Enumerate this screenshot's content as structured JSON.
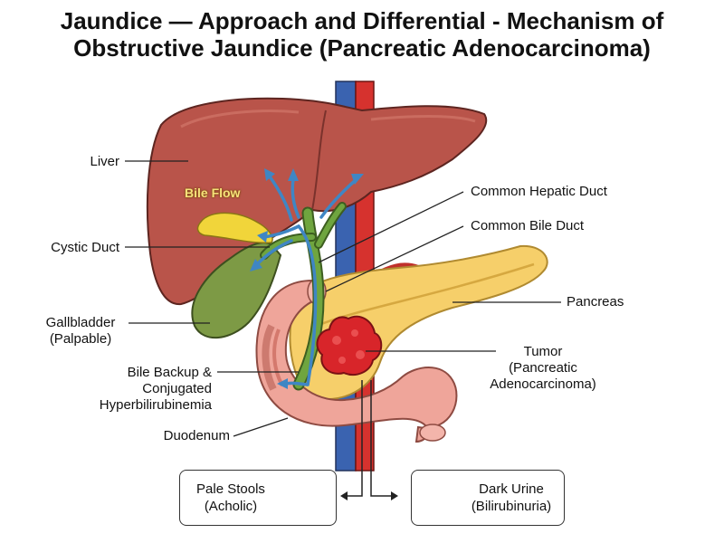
{
  "title": {
    "line1": "Jaundice — Approach and Differential - Mechanism of",
    "line2": "Obstructive Jaundice (Pancreatic Adenocarcinoma)"
  },
  "labels": {
    "liver": "Liver",
    "bile_flow": "Bile Flow",
    "cystic_duct": "Cystic Duct",
    "gallbladder_1": "Gallbladder",
    "gallbladder_2": "(Palpable)",
    "bile_backup_1": "Bile Backup &",
    "bile_backup_2": "Conjugated",
    "bile_backup_3": "Hyperbilirubinemia",
    "duodenum": "Duodenum",
    "common_hepatic_duct": "Common Hepatic Duct",
    "common_bile_duct": "Common Bile Duct",
    "pancreas": "Pancreas",
    "tumor_1": "Tumor",
    "tumor_2": "(Pancreatic",
    "tumor_3": "Adenocarcinoma)"
  },
  "boxes": {
    "pale_stools_1": "Pale Stools",
    "pale_stools_2": "(Acholic)",
    "dark_urine_1": "Dark Urine",
    "dark_urine_2": "(Bilirubinuria)"
  },
  "colors": {
    "liver": "#b9544a",
    "gallbladder": "#7d9a45",
    "pancreas": "#f6cf6a",
    "duodenum": "#efa59a",
    "tumor": "#d8252a",
    "bile_duct": "#6fa53f",
    "flow_arrow": "#3f86c4",
    "aorta": "#d6322e",
    "vena_cava": "#3a63b0"
  }
}
